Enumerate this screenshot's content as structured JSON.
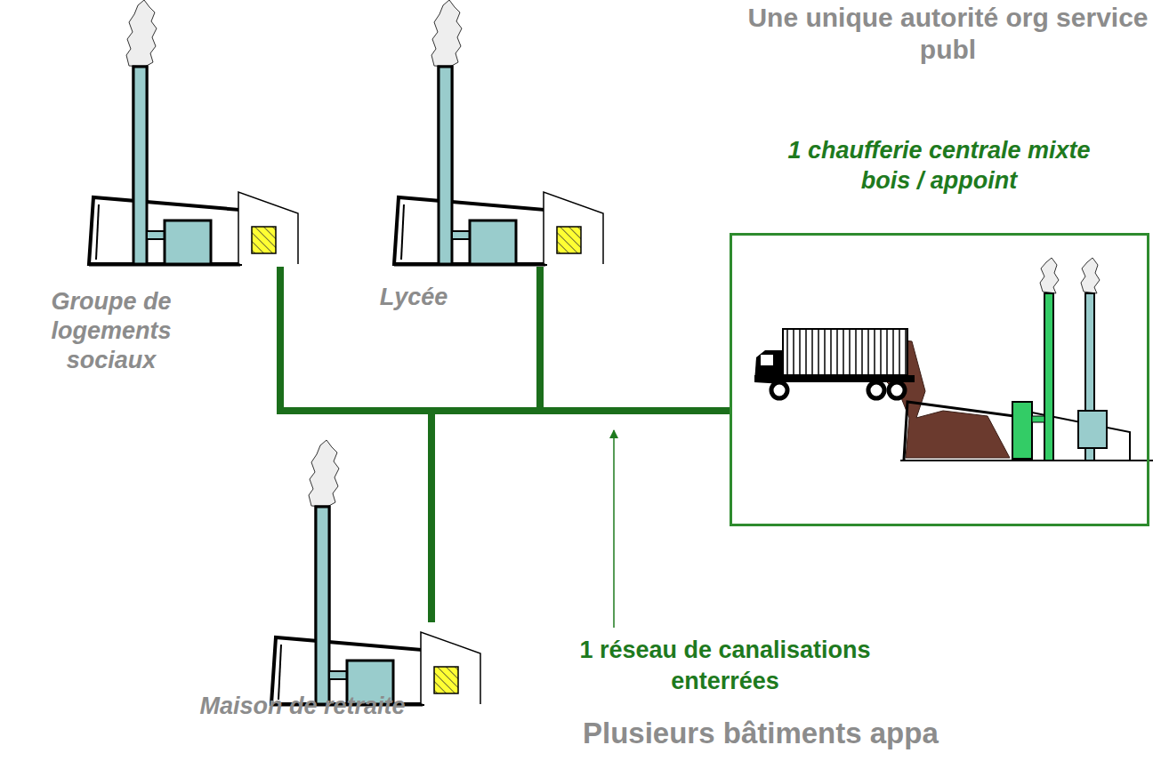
{
  "diagram": {
    "title": "Une unique autorité org service publ",
    "nodes": [
      {
        "text": [
          "Groupe de logements sociaux"
        ]
      },
      {
        "text": [
          "Lycée"
        ]
      },
      {
        "text": [
          "Maison de retraite"
        ]
      },
      {
        "text": [
          "1 chaufferie centrale mixte bois / appoint"
        ]
      }
    ],
    "edges": [
      {
        "from": 0,
        "to": 3,
        "arrow": "none"
      },
      {
        "from": 1,
        "to": 3,
        "arrow": "none"
      },
      {
        "from": 2,
        "to": 3,
        "arrow": "none"
      }
    ],
    "labels": [
      "1 réseau de canalisations enterrées",
      "Plusieurs bâtiments appa"
    ]
  }
}
